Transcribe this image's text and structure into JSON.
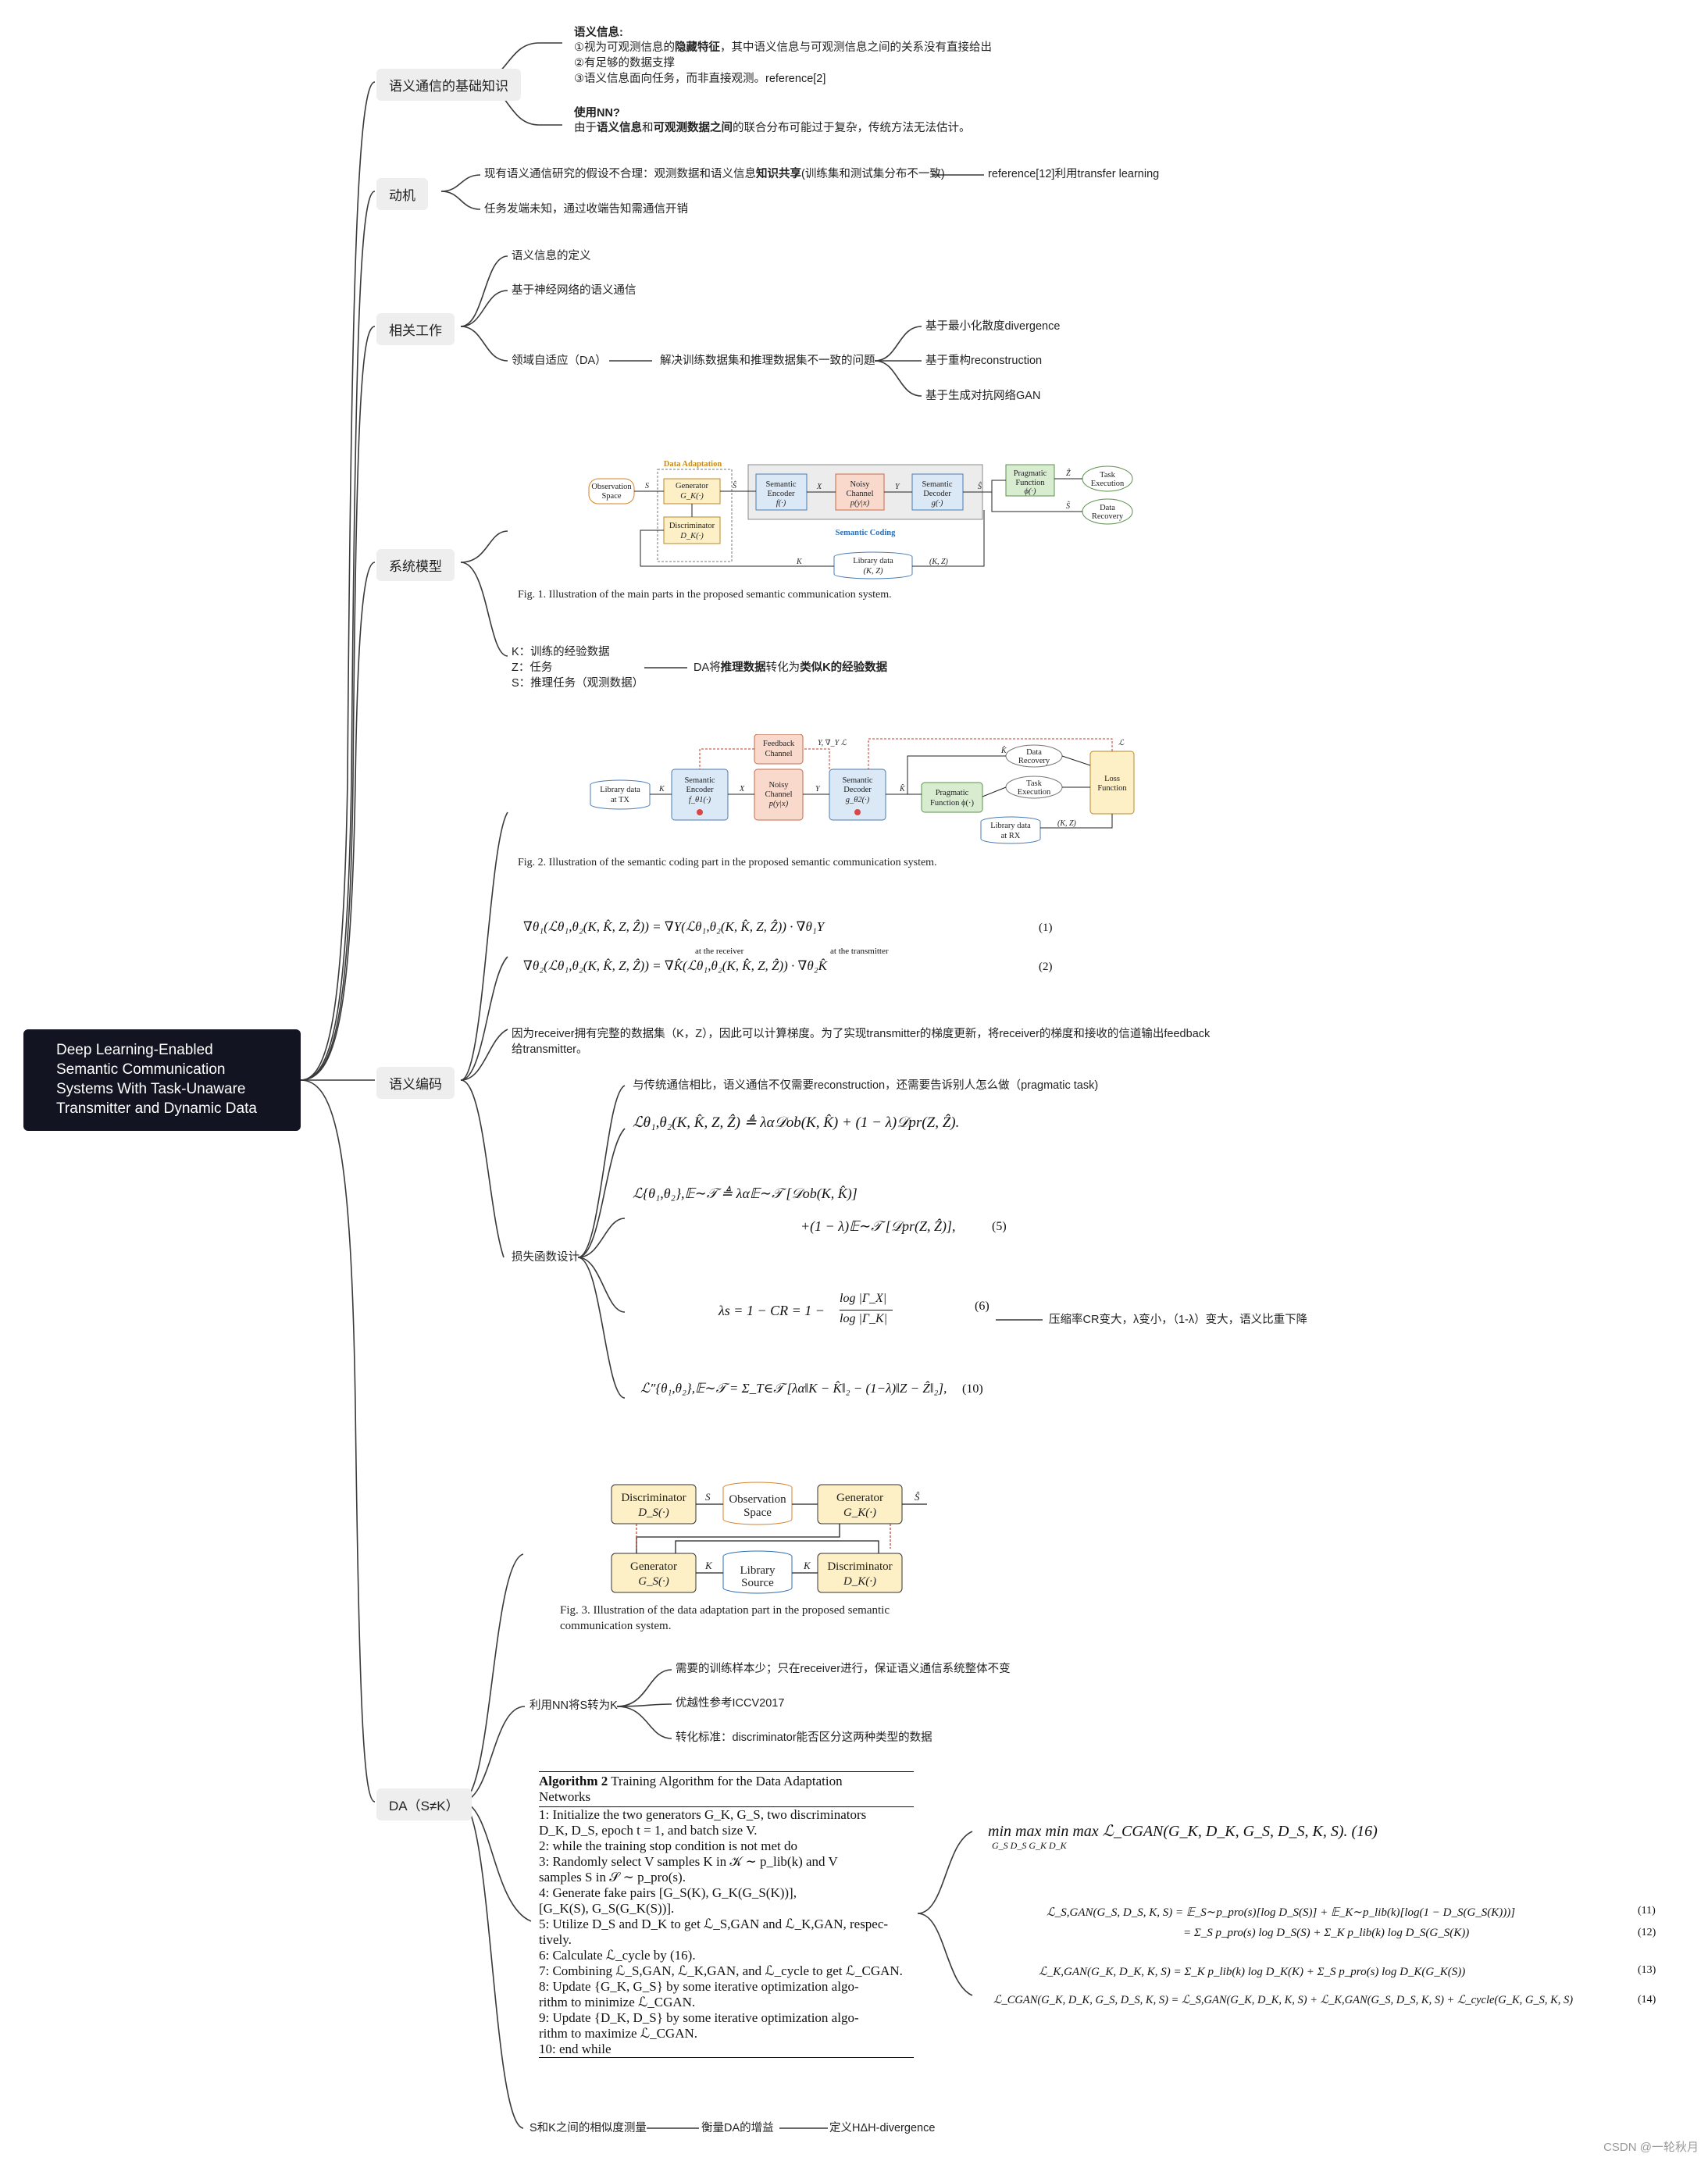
{
  "root": {
    "title": "Deep Learning-Enabled\nSemantic Communication\nSystems With Task-Unaware\nTransmitter and Dynamic Data"
  },
  "branches": {
    "basics": {
      "label": "语义通信的基础知识",
      "sem_title": "语义信息:",
      "sem_1a": "①视为可观测信息的",
      "sem_1b": "隐藏特征",
      "sem_1c": "，其中语义信息与可观测信息之间的关系没有直接给出",
      "sem_2": "②有足够的数据支撑",
      "sem_3": "③语义信息面向任务，而非直接观测。reference[2]",
      "nn_title": "使用NN?",
      "nn_a": "由于",
      "nn_b": "语义信息",
      "nn_c": "和",
      "nn_d": "可观测数据之间",
      "nn_e": "的联合分布可能过于复杂，传统方法无法估计。"
    },
    "motivation": {
      "label": "动机",
      "item1a": "现有语义通信研究的假设不合理：观测数据和语义信息",
      "item1b": "知识共享",
      "item1c": "(训练集和测试集分布不一致)",
      "item1_child": "reference[12]利用transfer learning",
      "item2": "任务发端未知，通过收端告知需通信开销"
    },
    "related": {
      "label": "相关工作",
      "item1": "语义信息的定义",
      "item2": "基于神经网络的语义通信",
      "item3": "领域自适应（DA）",
      "item3_child": "解决训练数据集和推理数据集不一致的问题",
      "leaf1": "基于最小化散度divergence",
      "leaf2": "基于重构reconstruction",
      "leaf3": "基于生成对抗网络GAN"
    },
    "system": {
      "label": "系统模型",
      "k": "K：训练的经验数据",
      "z": "Z：任务",
      "s": "S：推理任务（观测数据）",
      "da_a": "DA将",
      "da_b": "推理数据",
      "da_c": "转化为",
      "da_d": "类似K的经验数据",
      "fig1": {
        "caption": "Fig. 1.    Illustration of the main parts in the proposed semantic communication system.",
        "data_adaptation": "Data Adaptation",
        "semantic_coding": "Semantic Coding",
        "obs": "Observation\nSpace",
        "gen": "Generator",
        "gen_f": "G_K(·)",
        "disc": "Discriminator",
        "disc_f": "D_K(·)",
        "enc": "Semantic\nEncoder",
        "enc_f": "f(·)",
        "noisy": "Noisy\nChannel",
        "noisy_f": "p(y|x)",
        "dec": "Semantic\nDecoder",
        "dec_f": "g(·)",
        "prag": "Pragmatic\nFunction",
        "prag_f": "ϕ(·)",
        "task": "Task\nExecution",
        "recov": "Data\nRecovery",
        "lib": "Library data",
        "lib_kz": "(K, Z)",
        "l_S": "S",
        "l_Sh": "Ŝ",
        "l_X": "X",
        "l_Y": "Y",
        "l_K": "K",
        "l_KZ": "(K, Z)",
        "l_S2": "Ŝ",
        "l_Z": "Ẑ",
        "l_S3": "Ŝ"
      }
    },
    "coding": {
      "label": "语义编码",
      "fig2": {
        "caption": "Fig. 2.    Illustration of the semantic coding part in the proposed semantic communication system.",
        "lib_tx": "Library data\nat TX",
        "enc": "Semantic\nEncoder",
        "enc_f": "f_θ1(·)",
        "noisy": "Noisy\nChannel",
        "noisy_f": "p(y|x)",
        "dec": "Semantic\nDecoder",
        "dec_f": "g_θ2(·)",
        "feedback": "Feedback\nChannel",
        "prag": "Pragmatic\nFunction ϕ(·)",
        "recov": "Data\nRecovery",
        "task": "Task\nExecution",
        "loss": "Loss\nFunction",
        "lib_rx": "Library data\nat RX",
        "l_K": "K",
        "l_X": "X",
        "l_Y": "Y",
        "l_Kh": "K̂",
        "l_Kh2": "K̂",
        "l_YL": "Y,  ∇_Y ℒ",
        "l_L": "ℒ",
        "l_KZ": "(K, Z)"
      },
      "eq1_lhs": "∇θ₁(ℒθ₁,θ₂(K, K̂, Z, Ẑ)) = ∇Y(ℒθ₁,θ₂(K, K̂, Z, Ẑ)) ·   ∇θ₁Y",
      "eq1_under1": "at the receiver",
      "eq1_under2": "at the transmitter",
      "eq1_num": "(1)",
      "eq2": "∇θ₂(ℒθ₁,θ₂(K, K̂, Z, Ẑ)) = ∇K̂(ℒθ₁,θ₂(K, K̂, Z, Ẑ)) · ∇θ₂K̂",
      "eq2_num": "(2)",
      "note_a": "因为receiver拥有完整的数据集（K，Z），因此可以计算梯度。为了实现transmitter的梯度更新，将receiver的梯度和接收的信道输出feedback",
      "note_b": "给transmitter。",
      "loss_label": "损失函数设计",
      "loss_1": "与传统通信相比，语义通信不仅需要reconstruction，还需要告诉别人怎么做（pragmatic task)",
      "loss_eq_a": "ℒθ₁,θ₂(K, K̂, Z, Ẑ) ≜ λα𝒟ob(K, K̂) + (1 − λ)𝒟pr(Z, Ẑ).",
      "loss_eq_b1": "ℒ{θ₁,θ₂},𝔼∼𝒯 ≜ λα𝔼∼𝒯 [𝒟ob(K, K̂)]",
      "loss_eq_b2": "+(1 − λ)𝔼∼𝒯 [𝒟pr(Z, Ẑ)],",
      "loss_eq_b_num": "(5)",
      "loss_eq_c": "λs = 1 − CR = 1 −",
      "loss_eq_c_num": "log |Γ_X|",
      "loss_eq_c_den": "log |Γ_K|",
      "loss_eq_c_tag": "(6)",
      "loss_eq_c_child": "压缩率CR变大，λ变小，（1-λ）变大，语义比重下降",
      "loss_eq_d": "ℒ″{θ₁,θ₂},𝔼∼𝒯 = Σ_T∈𝒯 [λα‖K − K̂‖₂ − (1−λ)‖Z − Ẑ‖₂],",
      "loss_eq_d_num": "(10)"
    },
    "da": {
      "label": "DA（S≠K）",
      "fig3": {
        "caption1": "Fig. 3.    Illustration of the data adaptation part in the proposed semantic",
        "caption2": "communication system.",
        "disc_s": "Discriminator",
        "disc_s_f": "D_S(·)",
        "obs": "Observation\nSpace",
        "gen_k": "Generator",
        "gen_k_f": "G_K(·)",
        "gen_s": "Generator",
        "gen_s_f": "G_S(·)",
        "lib": "Library\nSource",
        "disc_k": "Discriminator",
        "disc_k_f": "D_K(·)",
        "l_S": "S",
        "l_Sh": "Ŝ",
        "l_K": "K",
        "l_K2": "K"
      },
      "nn_label": "利用NN将S转为K",
      "nn_1": "需要的训练样本少；只在receiver进行，保证语义通信系统整体不变",
      "nn_2": "优越性参考ICCV2017",
      "nn_3": "转化标准：discriminator能否区分这两种类型的数据",
      "algo": {
        "title_b": "Algorithm 2",
        "title": " Training Algorithm for the Data Adaptation",
        "title2": "Networks",
        "l1": "1:  Initialize the two generators G_K, G_S, two discriminators",
        "l1b": "     D_K, D_S, epoch t = 1, and batch size V.",
        "l2": "2:  while the training stop condition is not met do",
        "l3": "3:      Randomly select V samples K in 𝒦 ∼ p_lib(k) and V",
        "l3b": "         samples S in 𝒮 ∼ p_pro(s).",
        "l4": "4:      Generate     fake     pairs     [G_S(K), G_K(G_S(K))],",
        "l4b": "         [G_K(S), G_S(G_K(S))].",
        "l5": "5:      Utilize D_S and D_K to get ℒ_S,GAN and ℒ_K,GAN, respec-",
        "l5b": "         tively.",
        "l6": "6:      Calculate ℒ_cycle by (16).",
        "l7": "7:      Combining ℒ_S,GAN, ℒ_K,GAN, and ℒ_cycle to get ℒ_CGAN.",
        "l8": "8:      Update {G_K, G_S} by some iterative optimization algo-",
        "l8b": "         rithm to minimize ℒ_CGAN.",
        "l9": "9:      Update {D_K, D_S} by some iterative optimization algo-",
        "l9b": "         rithm to maximize ℒ_CGAN.",
        "l10": "10: end while"
      },
      "eq16": "min   max  min  max  ℒ_CGAN(G_K, D_K, G_S, D_S, K, S).  (16)",
      "eq16_sub": "G_S     D_S    G_K    D_K",
      "eq11": "ℒ_S,GAN(G_S, D_S, K, S) = 𝔼_S∼p_pro(s)[log D_S(S)] + 𝔼_K∼p_lib(k)[log(1 − D_S(G_S(K)))]",
      "eq11_num": "(11)",
      "eq12": "= Σ_S p_pro(s) log D_S(S) + Σ_K p_lib(k) log D_S(G_S(K))",
      "eq12_num": "(12)",
      "eq13": "ℒ_K,GAN(G_K, D_K, K, S) = Σ_K p_lib(k) log D_K(K) + Σ_S p_pro(s) log D_K(G_K(S))",
      "eq13_num": "(13)",
      "eq14": "ℒ_CGAN(G_K, D_K, G_S, D_S, K, S) = ℒ_S,GAN(G_K, D_K, K, S) + ℒ_K,GAN(G_S, D_S, K, S) + ℒ_cycle(G_K, G_S, K, S)",
      "eq14_num": "(14)",
      "sim_label": "S和K之间的相似度测量",
      "sim_child": "衡量DA的增益",
      "sim_leaf": "定义HΔH-divergence"
    }
  },
  "watermark": "CSDN @一轮秋月",
  "colors": {
    "root_bg": "#121521",
    "node_bg": "#eeeeee",
    "line": "#444444"
  }
}
